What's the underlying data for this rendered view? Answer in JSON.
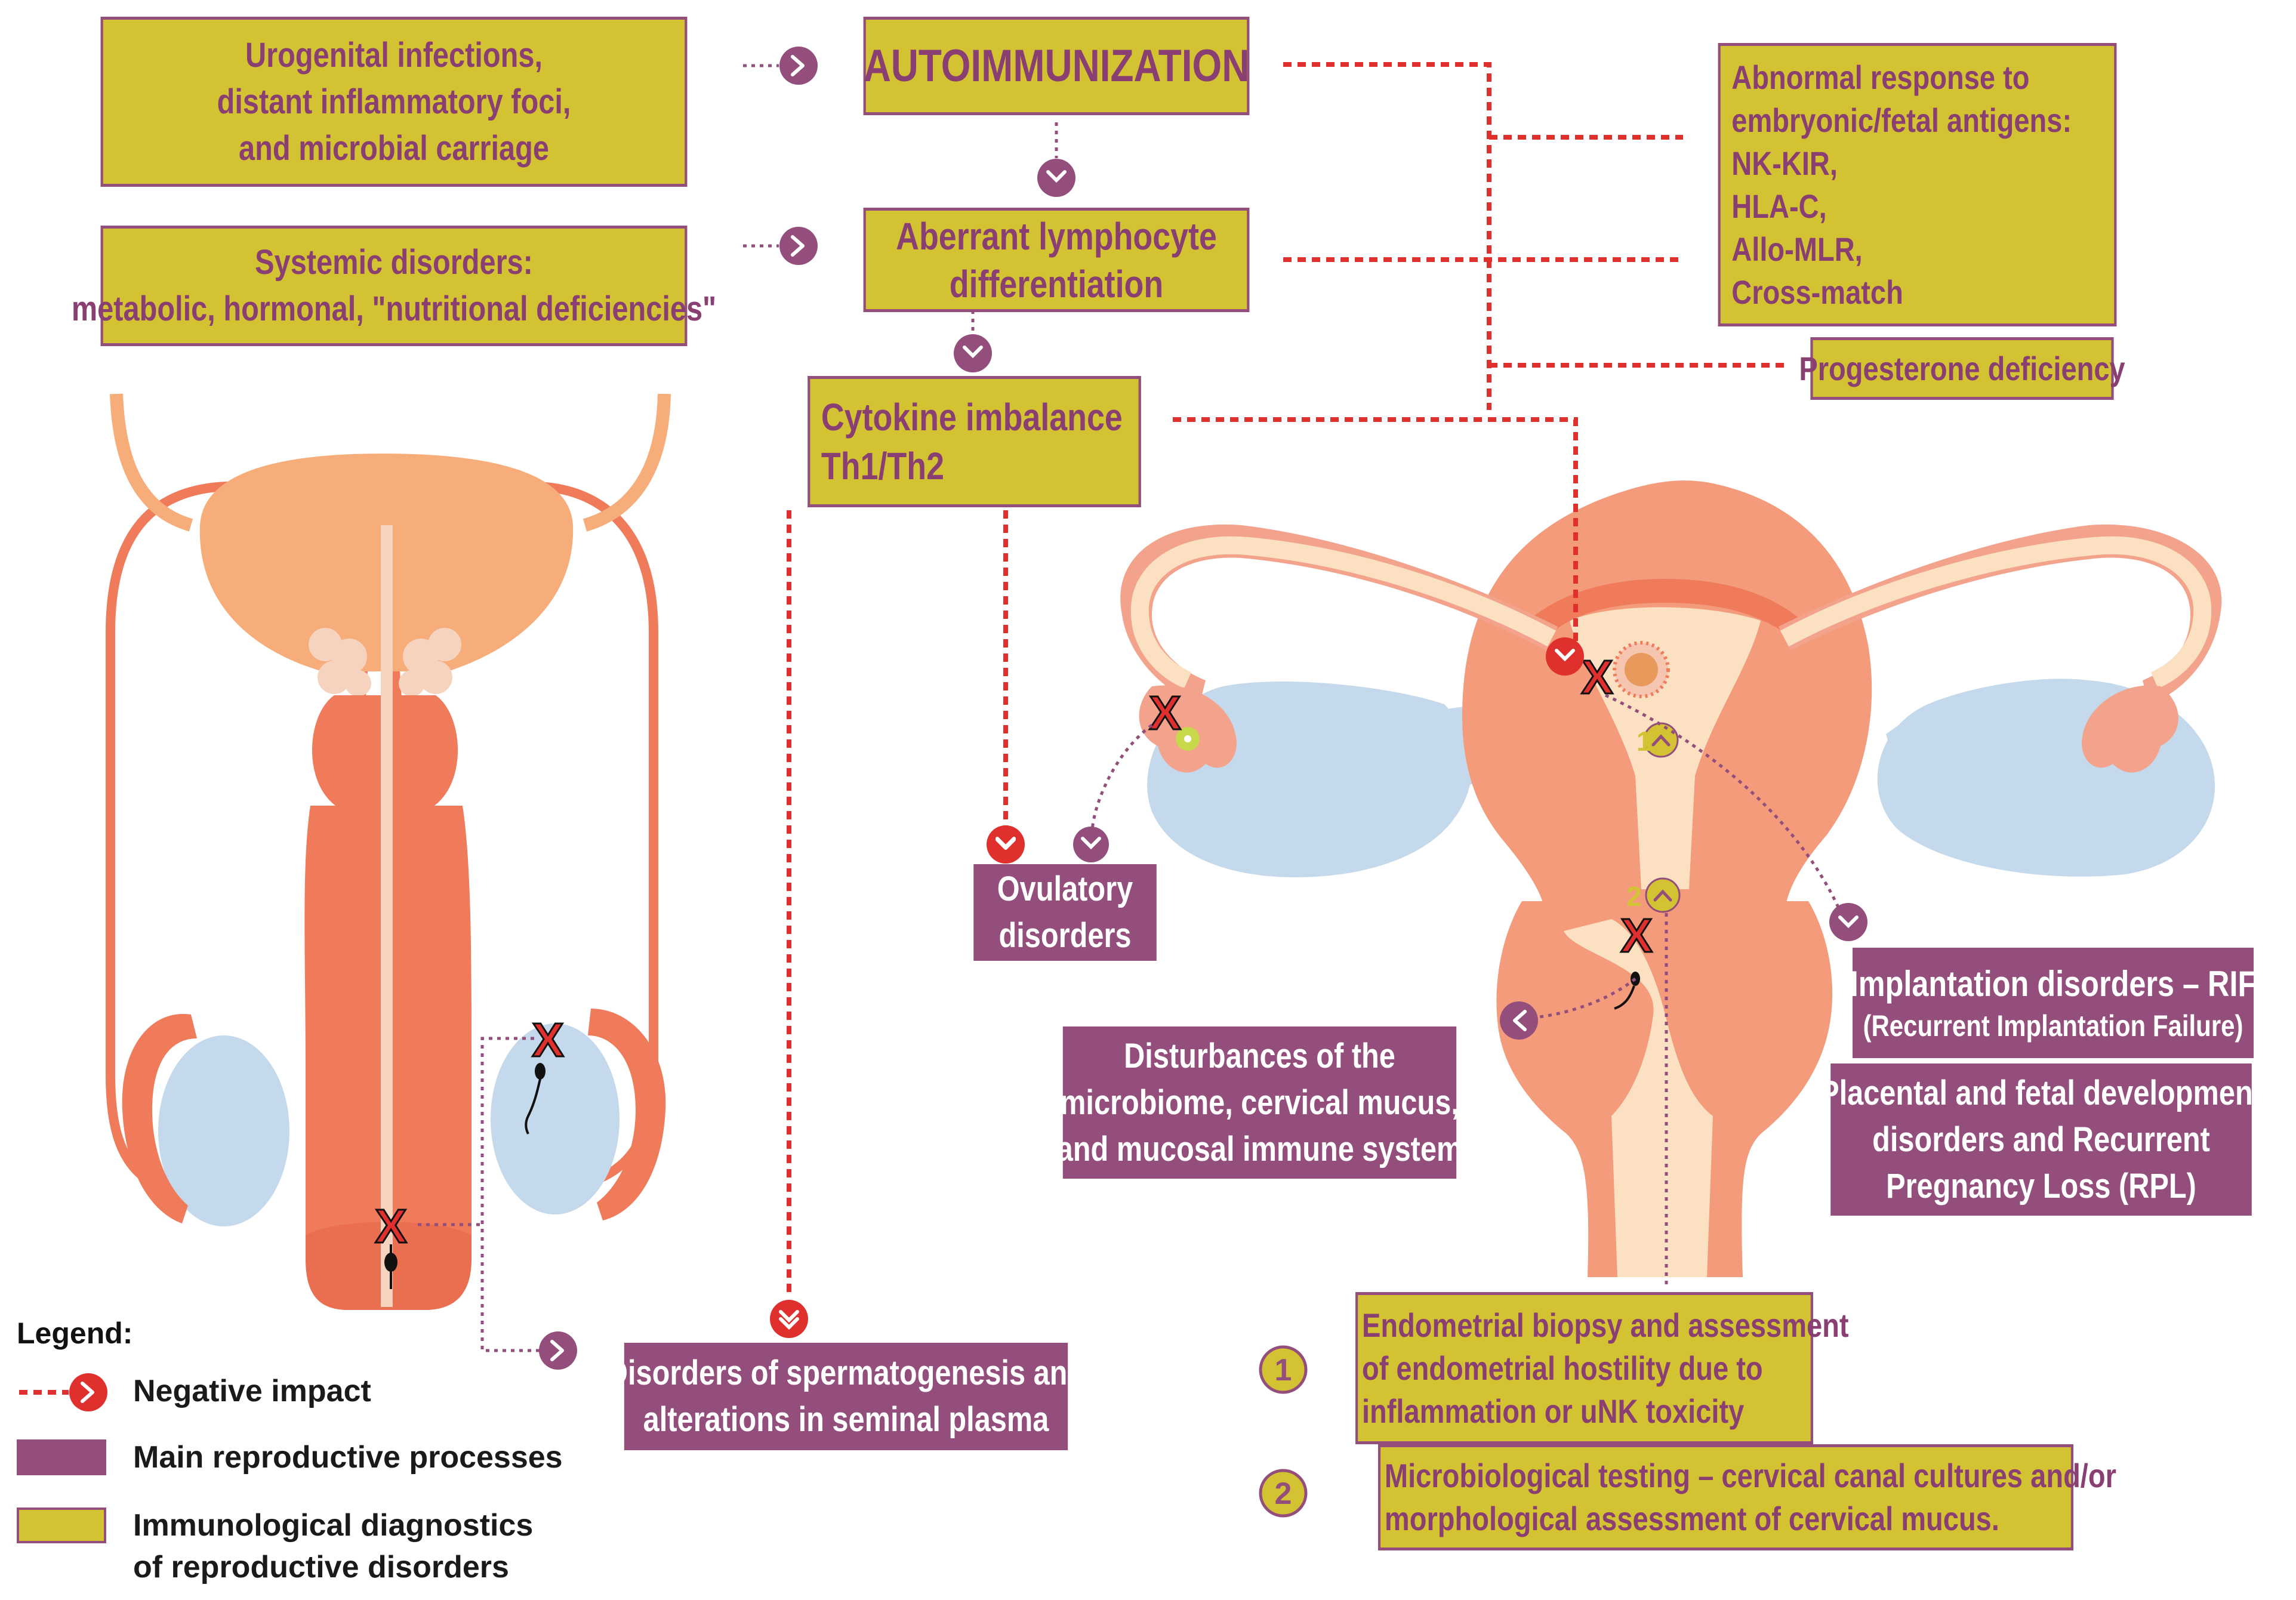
{
  "colors": {
    "diagnostic_fill": "#d3c232",
    "diagnostic_border": "#934e7c",
    "diagnostic_text": "#8a3f72",
    "process_fill": "#934e7c",
    "negative_impact": "#e0302e",
    "tissue_orange": "#ef7b5b",
    "tissue_peach": "#f7ad7a",
    "ovary_blue": "#c5d9ec"
  },
  "top_boxes": {
    "infections": [
      "Urogenital infections,",
      "distant inflammatory foci,",
      "and microbial carriage"
    ],
    "autoimmunization": "AUTOIMMUNIZATION",
    "systemic": [
      "Systemic disorders:",
      "metabolic, hormonal, \"nutritional deficiencies\""
    ],
    "aberrant": [
      "Aberrant lymphocyte",
      "differentiation"
    ],
    "cytokine": [
      "Cytokine imbalance",
      "Th1/Th2"
    ],
    "abnormal_response": [
      "Abnormal response to",
      "embryonic/fetal antigens:",
      "NK-KIR,",
      "HLA-C,",
      "Allo-MLR,",
      "Cross-match"
    ],
    "progesterone": "Progesterone deficiency"
  },
  "process_boxes": {
    "ovulatory": [
      "Ovulatory",
      "disorders"
    ],
    "microbiome": [
      "Disturbances of the",
      "microbiome, cervical mucus,",
      "and mucosal immune system"
    ],
    "implantation": [
      "Implantation disorders – RIF",
      "(Recurrent Implantation Failure)"
    ],
    "placental": [
      "Placental and fetal development",
      "disorders and Recurrent",
      "Pregnancy Loss (RPL)"
    ],
    "spermatogenesis": [
      "Disorders of spermatogenesis and",
      "alterations in seminal plasma"
    ]
  },
  "diagnostics": {
    "endometrial": {
      "number": "1",
      "lines": [
        "Endometrial biopsy and assessment",
        "of endometrial hostility due to",
        "inflammation or uNK toxicity"
      ]
    },
    "microbiological": {
      "number": "2",
      "lines": [
        "Microbiological testing – cervical canal cultures and/or",
        "morphological assessment of cervical mucus."
      ]
    }
  },
  "markers": {
    "uterus_numbers": [
      "1",
      "2"
    ],
    "block_mark": "X"
  },
  "legend": {
    "title": "Legend:",
    "items": [
      {
        "label": "Negative impact",
        "kind": "negative"
      },
      {
        "label": "Main reproductive processes",
        "kind": "process"
      },
      {
        "label": "Immunological diagnostics",
        "label2": "of reproductive disorders",
        "kind": "diagnostic"
      }
    ]
  },
  "icons": [
    "chevron-right-icon",
    "chevron-down-icon",
    "chevron-up-icon",
    "chevron-left-icon",
    "sperm-icon",
    "block-x-icon",
    "embryo-icon",
    "oocyte-icon"
  ]
}
